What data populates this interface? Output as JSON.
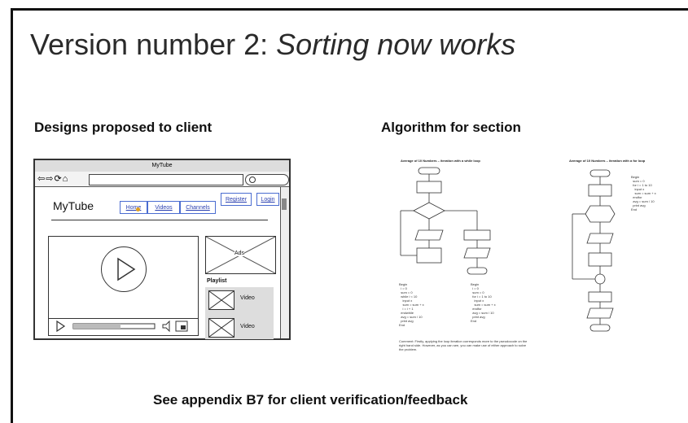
{
  "slide": {
    "title_plain": "Version number 2: ",
    "title_italic": "Sorting now works",
    "left_heading": "Designs proposed to client",
    "right_heading": "Algorithm for section",
    "footer": "See appendix B7 for client verification/feedback"
  },
  "wireframe": {
    "window_title": "MyTube",
    "logo": "MyTube",
    "nav": [
      "Home",
      "Videos",
      "Channels"
    ],
    "register": "Register",
    "login": "Login",
    "ads": "Ads",
    "playlist": "Playlist",
    "video_items": [
      "Video",
      "Video"
    ],
    "icons": [
      "back-arrow-icon",
      "forward-arrow-icon",
      "refresh-icon",
      "home-icon",
      "search-icon",
      "play-icon",
      "volume-icon",
      "fullscreen-icon"
    ]
  },
  "flowcharts": {
    "left_title": "Average of 10 Numbers – iteration with a while loop",
    "right_title": "Average of 10 Numbers – iteration with a for loop",
    "left_code_1": "Begin\n  i = 0\n  sum = 0\n  while i < 10\n    input x\n    sum = sum + x\n    i = i + 1\n  endwhile\n  avg = sum / 10\n  print avg\nEnd",
    "left_code_2": "Begin\n  i = 0\n  sum = 0\n  for i = 1 to 10\n    input x\n    sum = sum + x\n  endfor\n  avg = sum / 10\n  print avg\nEnd",
    "right_code": "Begin\n  sum = 0\n  for i = 1 to 10\n    input x\n    sum = sum + x\n  endfor\n  avg = sum / 10\n  print avg\nEnd",
    "comment": "Comment: Firstly, applying the loop iteration corresponds more to the pseudocode on the right hand side. However, as you can see, you can make use of either approach to solve the problem."
  }
}
